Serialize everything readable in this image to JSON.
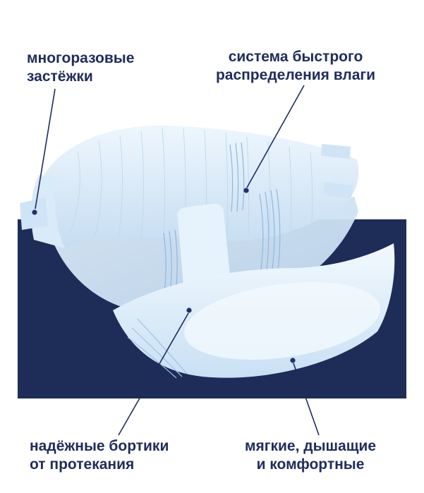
{
  "diagram": {
    "title": "diaper feature infographic",
    "colors": {
      "background": "#ffffff",
      "panel": "#1e2c58",
      "label_text": "#1f2c5c",
      "callout_line": "#1f2c5c",
      "diaper_light": "#e9f3fc",
      "diaper_mid": "#cfe3f6",
      "diaper_shade": "#9cc2e6"
    },
    "callouts": {
      "top_left": {
        "text": "многоразовые\nзастёжки"
      },
      "top_right": {
        "text": "система быстрого\nраспределения влаги"
      },
      "bottom_left": {
        "text": "надёжные бортики\nот протекания"
      },
      "bottom_right": {
        "text": "мягкие, дышащие\nи комфортные"
      }
    }
  }
}
